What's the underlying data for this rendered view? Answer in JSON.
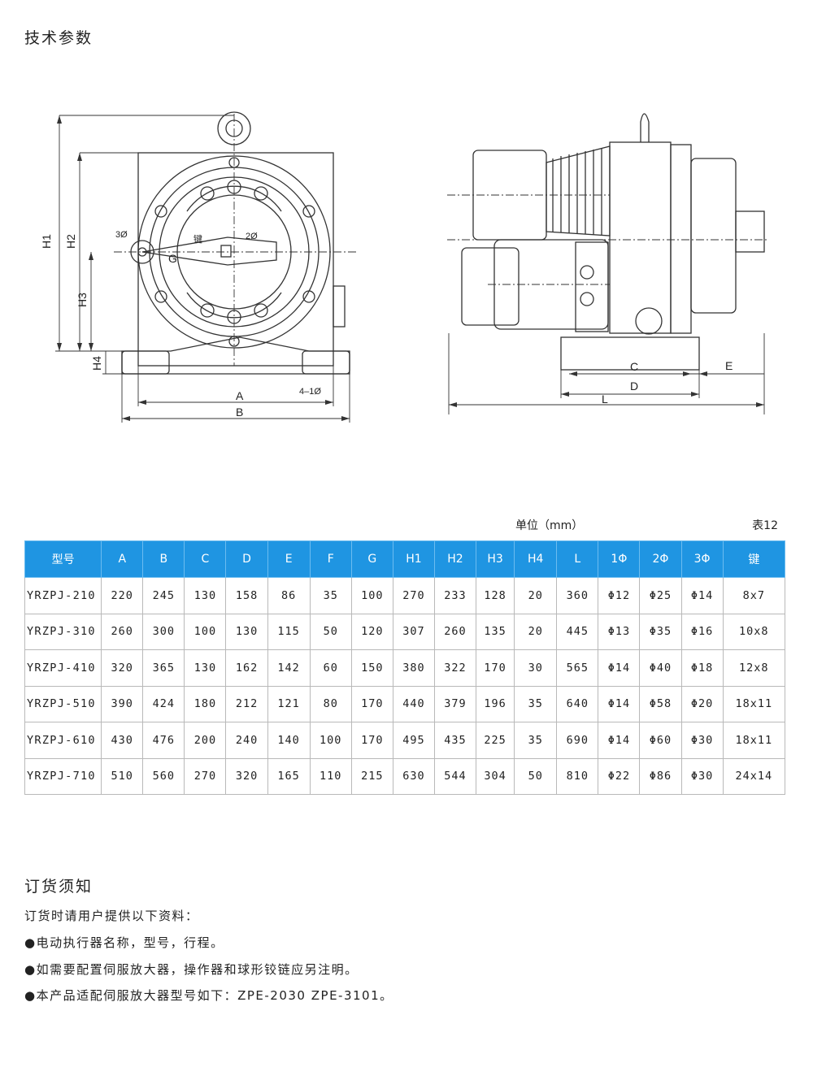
{
  "section_title": "技术参数",
  "drawing_labels": {
    "front": {
      "A": "A",
      "B": "B",
      "H1": "H1",
      "H2": "H2",
      "H3": "H3",
      "H4": "H4",
      "G": "G",
      "key": "键",
      "d3": "3Ø",
      "d2": "2Ø",
      "holes": "4–1Ø"
    },
    "side": {
      "C": "C",
      "D": "D",
      "L": "L",
      "E": "E"
    }
  },
  "unit_label": "单位（mm）",
  "table_no": "表12",
  "table": {
    "headers": [
      "型号",
      "A",
      "B",
      "C",
      "D",
      "E",
      "F",
      "G",
      "H1",
      "H2",
      "H3",
      "H4",
      "L",
      "1Φ",
      "2Φ",
      "3Φ",
      "键"
    ],
    "rows": [
      [
        "YRZPJ-210",
        "220",
        "245",
        "130",
        "158",
        "86",
        "35",
        "100",
        "270",
        "233",
        "128",
        "20",
        "360",
        "Φ12",
        "Φ25",
        "Φ14",
        "8x7"
      ],
      [
        "YRZPJ-310",
        "260",
        "300",
        "100",
        "130",
        "115",
        "50",
        "120",
        "307",
        "260",
        "135",
        "20",
        "445",
        "Φ13",
        "Φ35",
        "Φ16",
        "10x8"
      ],
      [
        "YRZPJ-410",
        "320",
        "365",
        "130",
        "162",
        "142",
        "60",
        "150",
        "380",
        "322",
        "170",
        "30",
        "565",
        "Φ14",
        "Φ40",
        "Φ18",
        "12x8"
      ],
      [
        "YRZPJ-510",
        "390",
        "424",
        "180",
        "212",
        "121",
        "80",
        "170",
        "440",
        "379",
        "196",
        "35",
        "640",
        "Φ14",
        "Φ58",
        "Φ20",
        "18x11"
      ],
      [
        "YRZPJ-610",
        "430",
        "476",
        "200",
        "240",
        "140",
        "100",
        "170",
        "495",
        "435",
        "225",
        "35",
        "690",
        "Φ14",
        "Φ60",
        "Φ30",
        "18x11"
      ],
      [
        "YRZPJ-710",
        "510",
        "560",
        "270",
        "320",
        "165",
        "110",
        "215",
        "630",
        "544",
        "304",
        "50",
        "810",
        "Φ22",
        "Φ86",
        "Φ30",
        "24x14"
      ]
    ]
  },
  "order": {
    "title": "订货须知",
    "intro": "订货时请用户提供以下资料：",
    "bullet_symbol": "●",
    "items": [
      "电动执行器名称，型号，行程。",
      "如需要配置伺服放大器，操作器和球形铰链应另注明。",
      "本产品适配伺服放大器型号如下：ZPE-2030  ZPE-3101。"
    ]
  }
}
